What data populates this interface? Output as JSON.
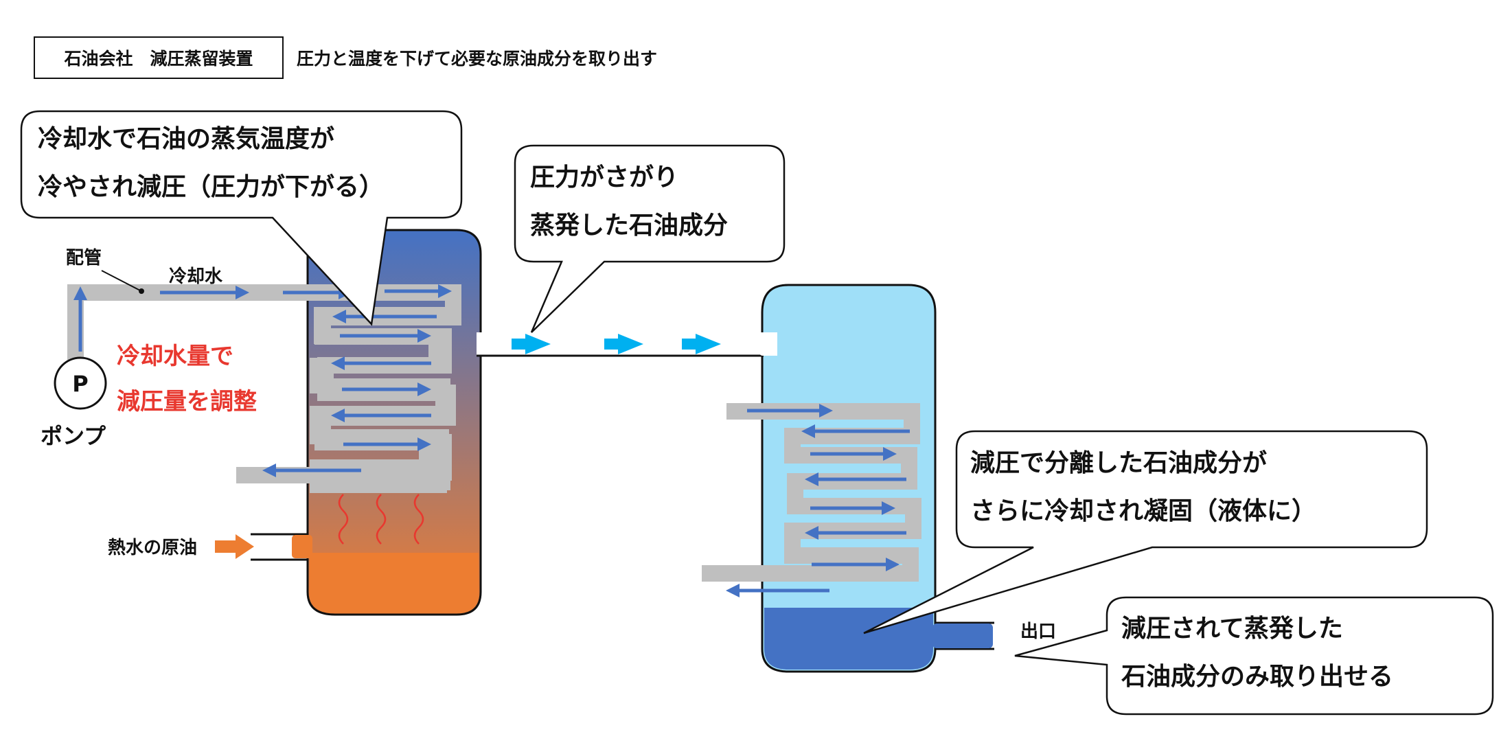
{
  "header": {
    "title": "石油会社　減圧蒸留装置",
    "subtitle": "圧力と温度を下げて必要な原油成分を取り出す"
  },
  "labels": {
    "pipe": "配管",
    "cooling_water": "冷却水",
    "pump_symbol": "P",
    "pump": "ポンプ",
    "feed": "熱水の原油",
    "outlet": "出口",
    "adjust_line1": "冷却水量で",
    "adjust_line2": "減圧量を調整"
  },
  "callouts": {
    "cooling": [
      "冷却水で石油の蒸気温度が",
      "冷やされ減圧（圧力が下がる）"
    ],
    "vapor": [
      "圧力がさがり",
      "蒸発した石油成分"
    ],
    "condense": [
      "減圧で分離した石油成分が",
      "さらに冷却され凝固（液体に）"
    ],
    "output": [
      "減圧されて蒸発した",
      "石油成分のみ取り出せる"
    ]
  },
  "colors": {
    "tower_top": "#4472c4",
    "tower_bottom": "#ed7d31",
    "oil": "#ed7d31",
    "condenser": "#9fdff8",
    "condensed_liquid": "#4472c4",
    "coil": "#bfbfbf",
    "arrow": "#4472c4",
    "vapor_arrow": "#00b0f0",
    "heat_wave": "#e8382f",
    "emphasis_text": "#e8382f"
  }
}
